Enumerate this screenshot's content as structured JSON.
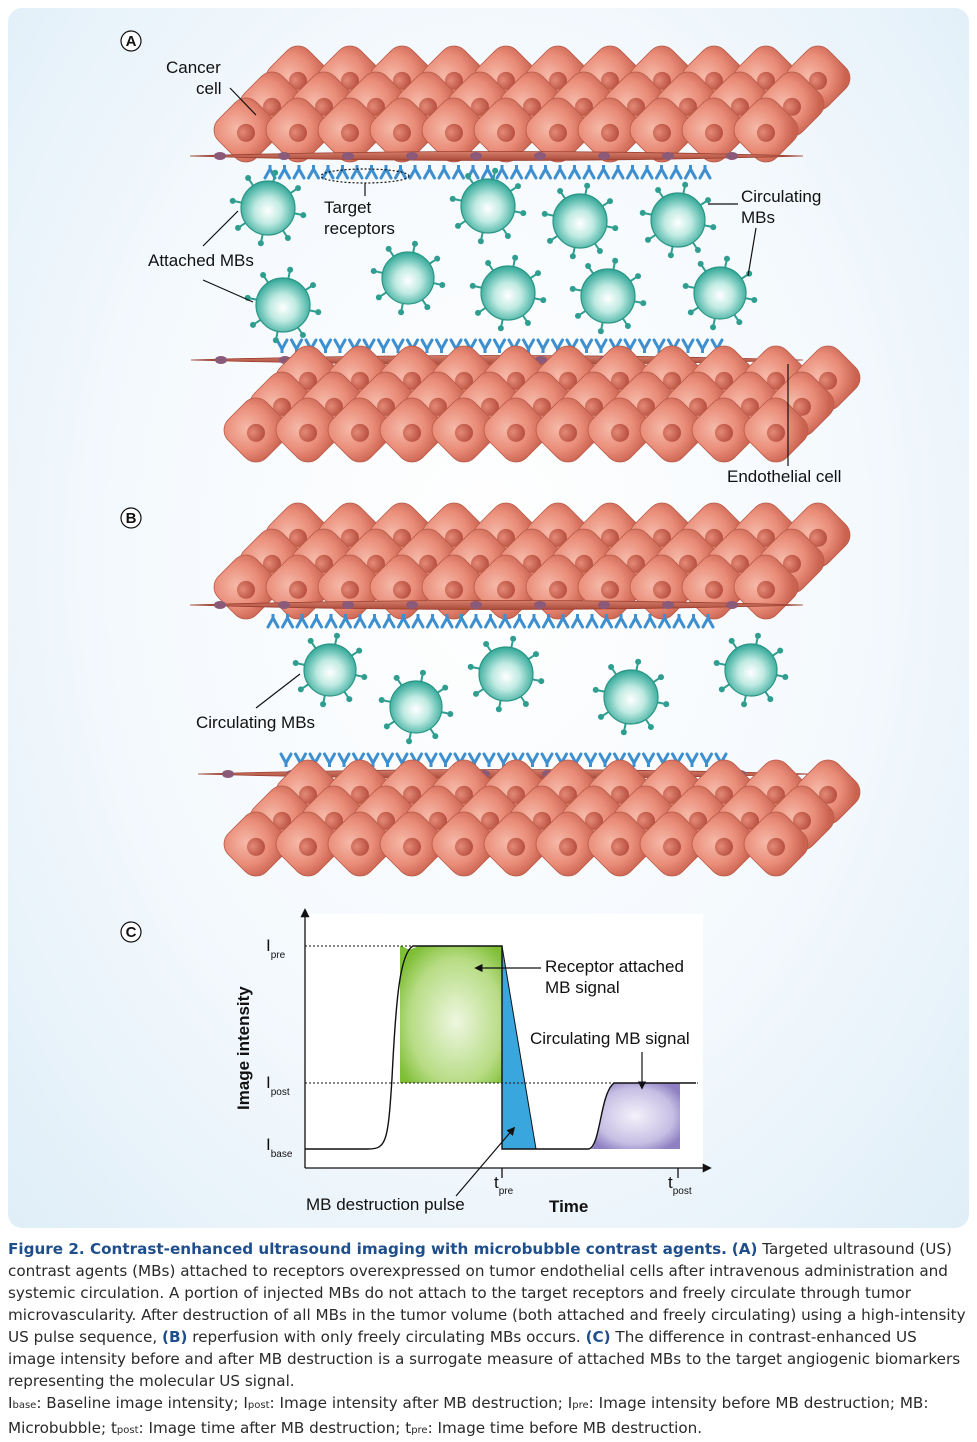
{
  "panels": {
    "a": {
      "letter": "A",
      "cancer_cell": [
        "Cancer",
        "cell"
      ],
      "target_receptors": [
        "Target",
        "receptors"
      ],
      "attached_mbs": "Attached MBs",
      "circulating_mbs": [
        "Circulating",
        "MBs"
      ],
      "endothelial_cell": "Endothelial cell"
    },
    "b": {
      "letter": "B",
      "circulating_mbs": "Circulating MBs"
    },
    "c": {
      "letter": "C",
      "ylabel": "Image intensity",
      "xlabel": "Time",
      "i_pre": {
        "base": "I",
        "sub": "pre"
      },
      "i_post": {
        "base": "I",
        "sub": "post"
      },
      "i_base": {
        "base": "I",
        "sub": "base"
      },
      "t_pre": {
        "base": "t",
        "sub": "pre"
      },
      "t_post": {
        "base": "t",
        "sub": "post"
      },
      "receptor_signal": [
        "Receptor attached",
        "MB signal"
      ],
      "circulating_signal": "Circulating MB signal",
      "destruction_pulse": "MB destruction pulse"
    }
  },
  "chart_data": {
    "type": "line",
    "title": "",
    "xlabel": "Time",
    "ylabel": "Image intensity",
    "y_levels": [
      "I_base",
      "I_post",
      "I_pre"
    ],
    "x_markers": [
      "t_pre",
      "t_post"
    ],
    "series": [
      {
        "name": "Receptor attached MB signal",
        "color": "#8cc63f"
      },
      {
        "name": "Circulating MB signal",
        "color": "#9b8fc7"
      },
      {
        "name": "MB destruction pulse",
        "color": "#3aa6de"
      }
    ]
  },
  "caption": {
    "title": "Figure 2. Contrast-enhanced ultrasound imaging with microbubble contrast agents.",
    "a_key": "(A)",
    "a_text": " Targeted ultrasound (US) contrast agents (MBs) attached to receptors overexpressed on tumor endothelial cells after intravenous administration and systemic circulation. A portion of injected MBs do not attach to the target receptors and freely circulate through tumor microvascularity. After destruction of all MBs in the tumor volume (both attached and freely circulating) using a high-intensity US pulse sequence, ",
    "b_key": "(B)",
    "b_text": " reperfusion with only freely circulating MBs occurs. ",
    "c_key": "(C)",
    "c_text": " The difference in contrast-enhanced US image intensity before and after MB destruction is a surrogate measure of attached MBs to the target angiogenic biomarkers representing the molecular US signal.",
    "abbr": {
      "i1": "I",
      "s1": "base",
      "t1": ": Baseline image intensity; ",
      "i2": "I",
      "s2": "post",
      "t2": ": Image intensity after MB destruction; ",
      "i3": "I",
      "s3": "pre",
      "t3": ": Image intensity before MB destruction; MB: Microbubble; ",
      "i4": "t",
      "s4": "post",
      "t4": ": Image time after MB destruction; ",
      "i5": "t",
      "s5": "pre",
      "t5": ": Image time before MB destruction."
    }
  },
  "colors": {
    "cell": "#e98f7d",
    "cell_dark": "#c5604f",
    "nucleus": "#d06a5a",
    "endo": "#c8614f",
    "receptor": "#3d8fd0",
    "mb": "#3fb7a9",
    "green": "#8cc63f",
    "blue": "#3aa6de",
    "purple": "#9b8fc7"
  }
}
